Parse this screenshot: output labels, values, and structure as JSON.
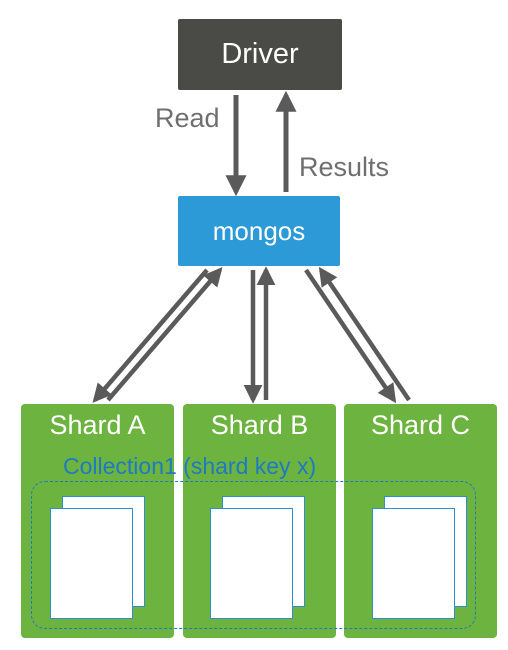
{
  "driver": {
    "label": "Driver"
  },
  "mongos": {
    "label": "mongos"
  },
  "edges": {
    "read_label": "Read",
    "results_label": "Results"
  },
  "shards": [
    {
      "label": "Shard A"
    },
    {
      "label": "Shard B"
    },
    {
      "label": "Shard C"
    }
  ],
  "collection": {
    "label": "Collection1 (shard key x)"
  },
  "colors": {
    "driver": "#4a4a47",
    "mongos": "#2b9ad7",
    "shard": "#6cb33f",
    "collection": "#1f7ac4",
    "arrow": "#5a5a5a"
  }
}
